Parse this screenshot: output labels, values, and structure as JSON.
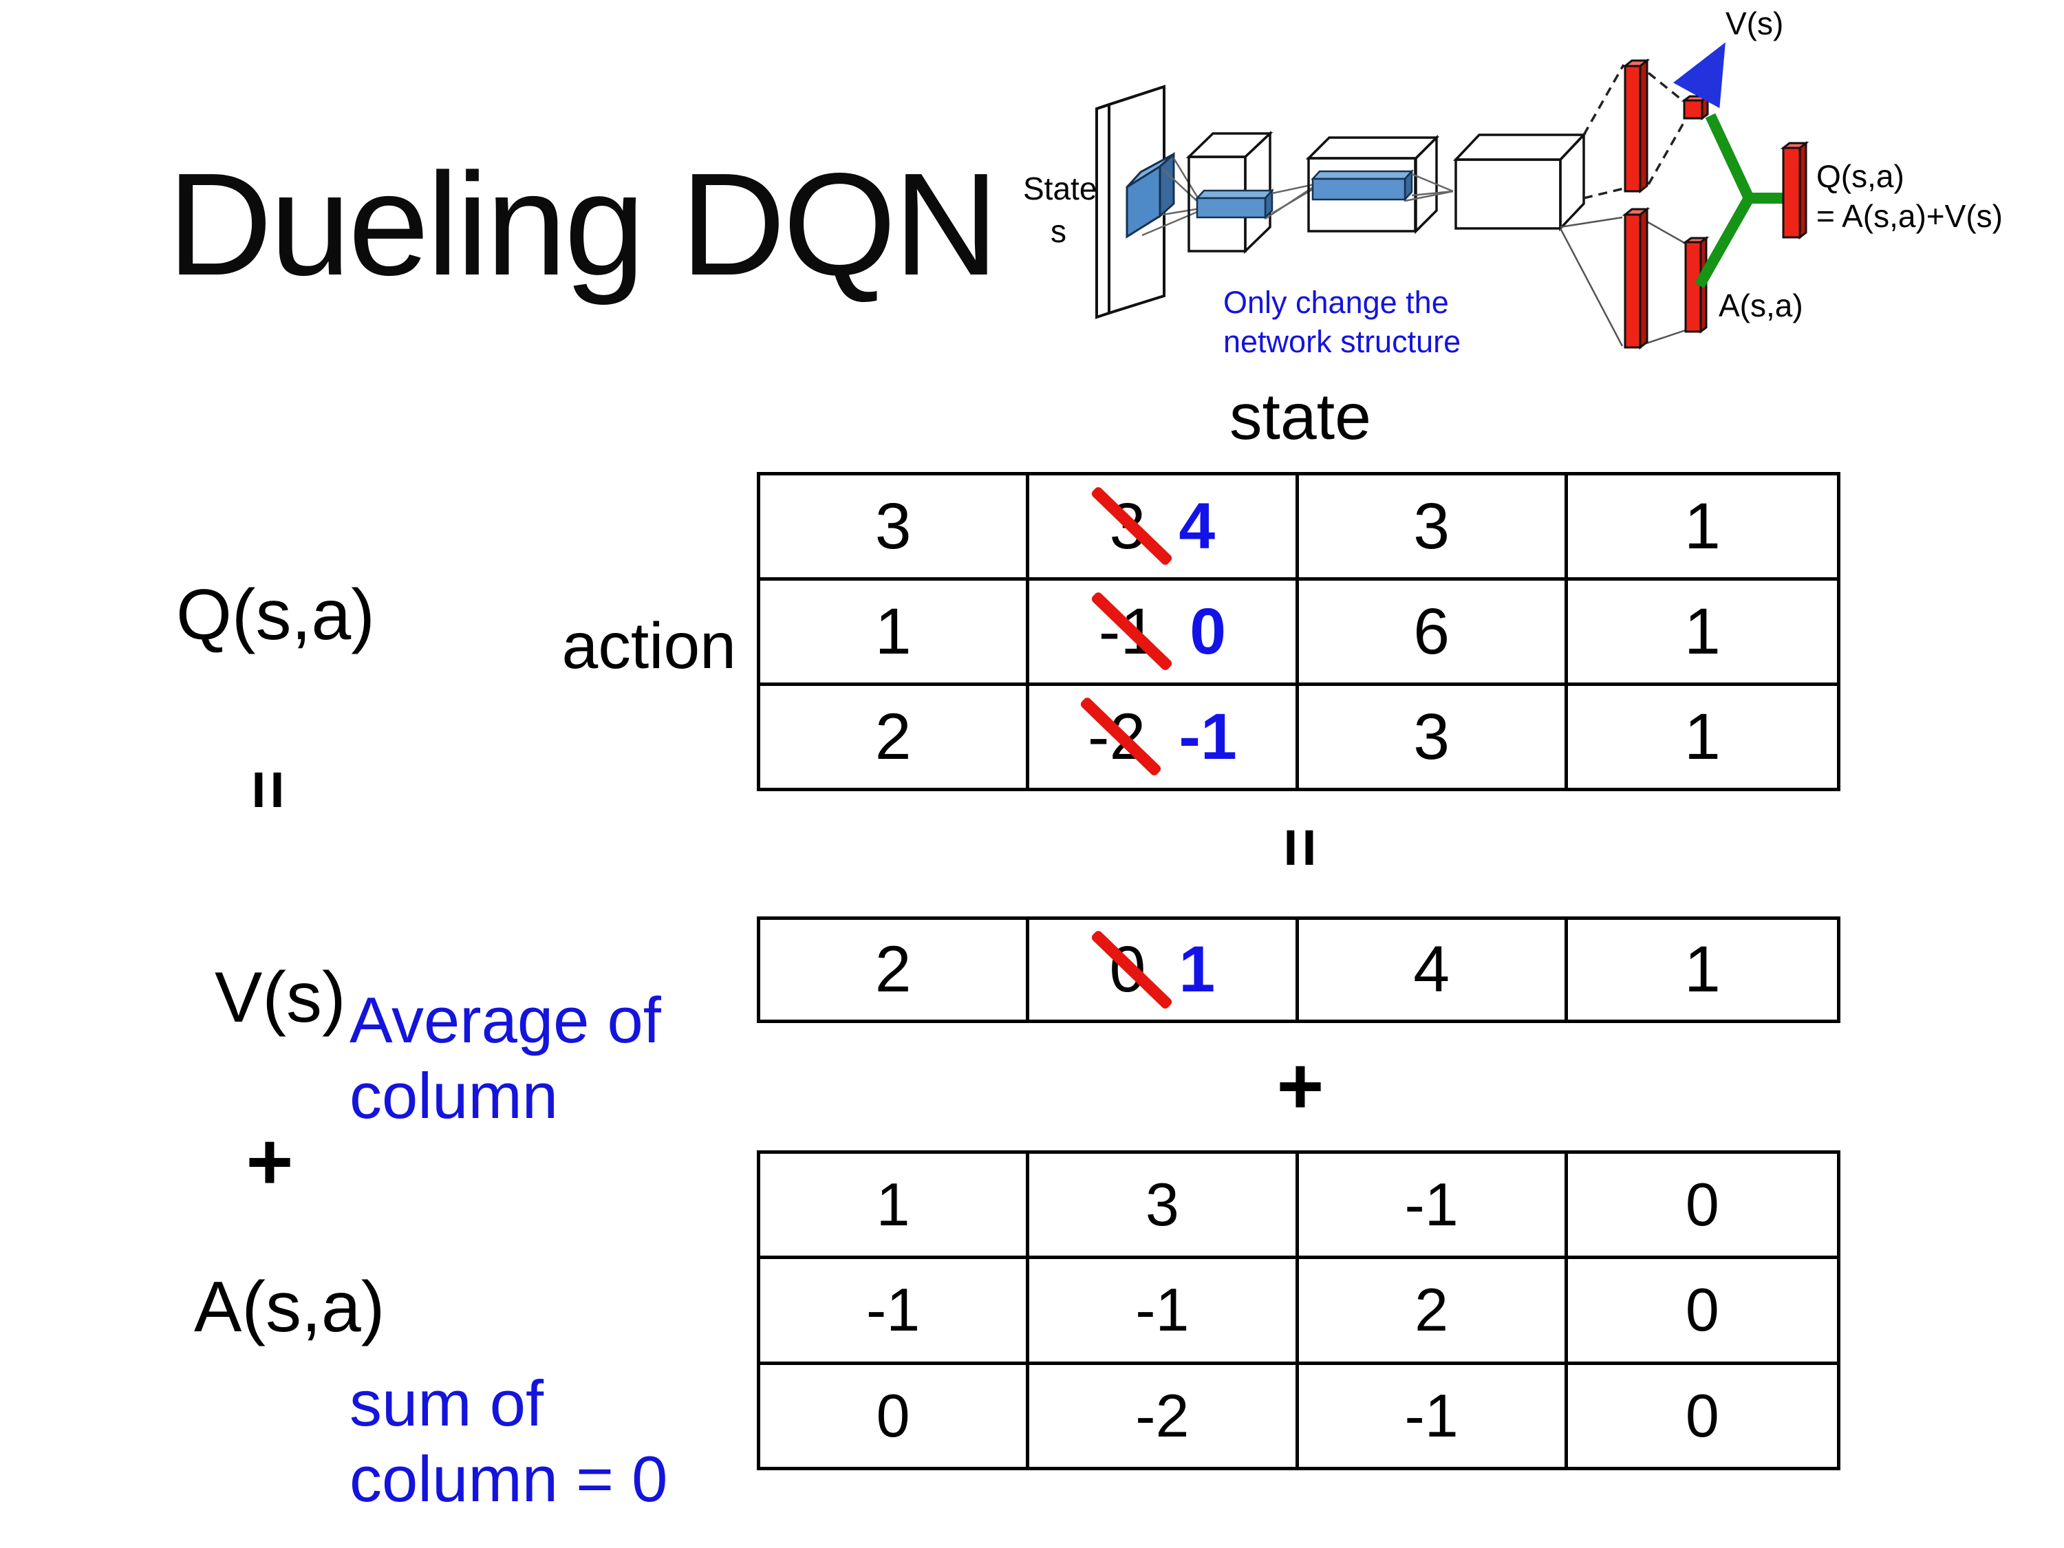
{
  "title": "Dueling DQN",
  "diagram": {
    "state_line1": "State",
    "state_line2": "s",
    "note_line1": "Only change the",
    "note_line2": "network structure",
    "v_out_label": "V(s)",
    "q_out_line1": "Q(s,a)",
    "q_out_line2": "= A(s,a)+V(s)",
    "a_out_label": "A(s,a)"
  },
  "decomposition": {
    "state_header": "state",
    "action_label": "action",
    "q_matrix_label": "Q(s,a)",
    "equals_symbol": "=",
    "plus_symbol": "+",
    "v_vector_label": "V(s)",
    "average_note_line1": "Average of",
    "average_note_line2": "column",
    "a_matrix_label": "A(s,a)",
    "sum_note_line1": "sum of",
    "sum_note_line2": "column = 0",
    "q_table": [
      [
        {
          "value": "3"
        },
        {
          "old": "3",
          "new": "4"
        },
        {
          "value": "3"
        },
        {
          "value": "1"
        }
      ],
      [
        {
          "value": "1"
        },
        {
          "old": "-1",
          "new": "0"
        },
        {
          "value": "6"
        },
        {
          "value": "1"
        }
      ],
      [
        {
          "value": "2"
        },
        {
          "old": "-2",
          "new": "-1"
        },
        {
          "value": "3"
        },
        {
          "value": "1"
        }
      ]
    ],
    "v_table": [
      [
        {
          "value": "2"
        },
        {
          "old": "0",
          "new": "1"
        },
        {
          "value": "4"
        },
        {
          "value": "1"
        }
      ]
    ],
    "a_table": [
      [
        {
          "value": "1"
        },
        {
          "value": "3"
        },
        {
          "value": "-1"
        },
        {
          "value": "0"
        }
      ],
      [
        {
          "value": "-1"
        },
        {
          "value": "-1"
        },
        {
          "value": "2"
        },
        {
          "value": "0"
        }
      ],
      [
        {
          "value": "0"
        },
        {
          "value": "-2"
        },
        {
          "value": "-1"
        },
        {
          "value": "0"
        }
      ]
    ]
  },
  "colors": {
    "accent_blue_text": "#1414dc",
    "replacement_blue": "#1313e8",
    "strike_red": "#e6150f",
    "bar_red": "#ee2418",
    "link_green": "#169416",
    "feature_blue": "#5b93ce"
  }
}
